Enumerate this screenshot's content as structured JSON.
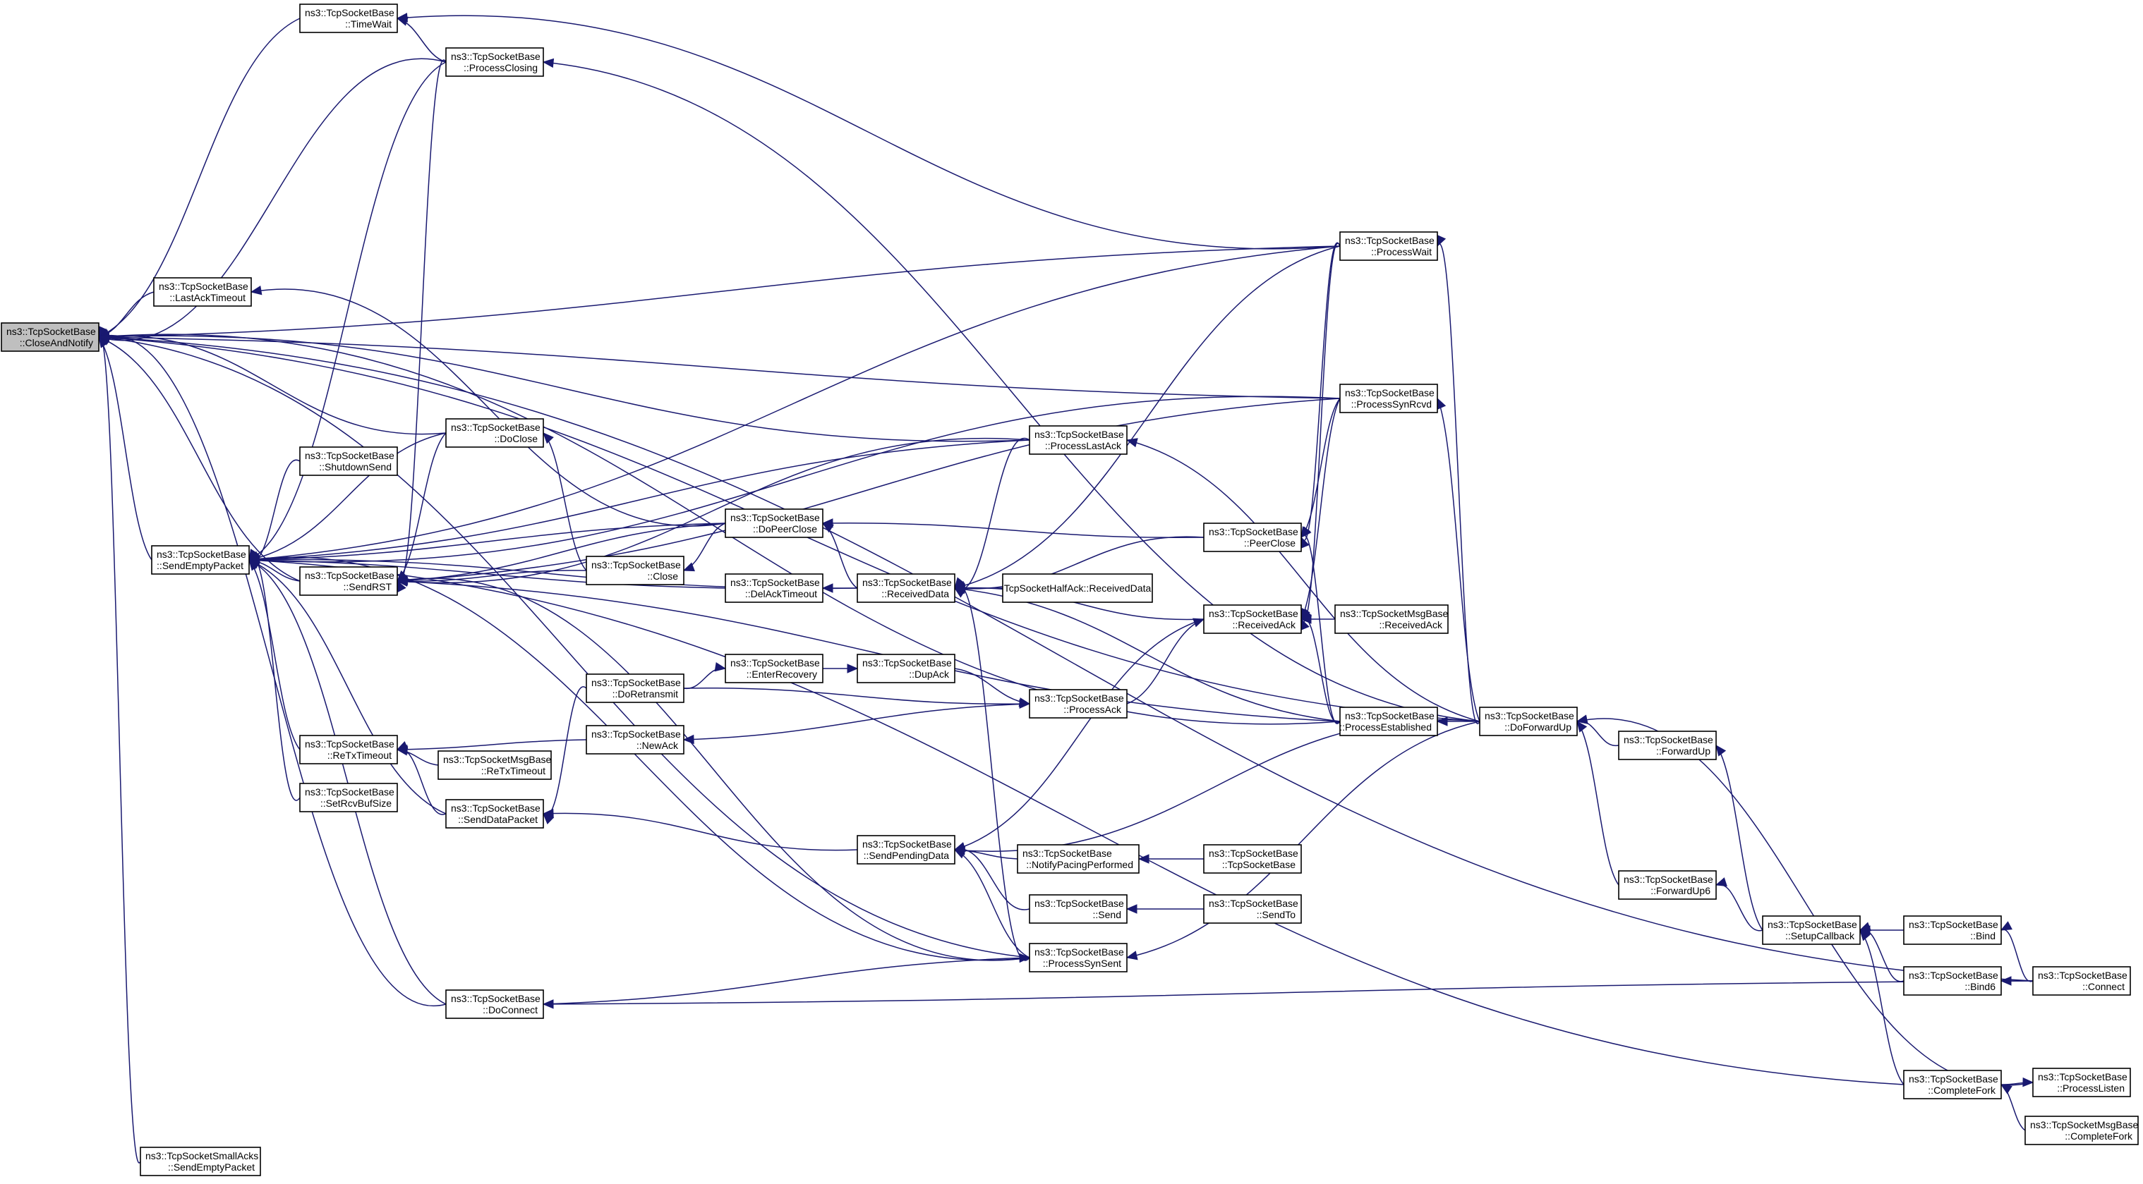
{
  "diagram": {
    "type": "call-graph",
    "nodes": [
      {
        "id": "close_and_notify",
        "lines": [
          "ns3::TcpSocketBase",
          "::CloseAndNotify"
        ],
        "selected": true
      },
      {
        "id": "time_wait",
        "lines": [
          "ns3::TcpSocketBase",
          "::TimeWait"
        ]
      },
      {
        "id": "process_closing",
        "lines": [
          "ns3::TcpSocketBase",
          "::ProcessClosing"
        ]
      },
      {
        "id": "last_ack_timeout",
        "lines": [
          "ns3::TcpSocketBase",
          "::LastAckTimeout"
        ]
      },
      {
        "id": "send_empty_packet",
        "lines": [
          "ns3::TcpSocketBase",
          "::SendEmptyPacket"
        ]
      },
      {
        "id": "shutdown_send",
        "lines": [
          "ns3::TcpSocketBase",
          "::ShutdownSend"
        ]
      },
      {
        "id": "do_close",
        "lines": [
          "ns3::TcpSocketBase",
          "::DoClose"
        ]
      },
      {
        "id": "send_rst",
        "lines": [
          "ns3::TcpSocketBase",
          "::SendRST"
        ]
      },
      {
        "id": "close",
        "lines": [
          "ns3::TcpSocketBase",
          "::Close"
        ]
      },
      {
        "id": "do_peer_close",
        "lines": [
          "ns3::TcpSocketBase",
          "::DoPeerClose"
        ]
      },
      {
        "id": "del_ack_timeout",
        "lines": [
          "ns3::TcpSocketBase",
          "::DelAckTimeout"
        ]
      },
      {
        "id": "received_data",
        "lines": [
          "ns3::TcpSocketBase",
          "::ReceivedData"
        ]
      },
      {
        "id": "half_ack_received_data",
        "lines": [
          "TcpSocketHalfAck::ReceivedData"
        ]
      },
      {
        "id": "process_last_ack",
        "lines": [
          "ns3::TcpSocketBase",
          "::ProcessLastAck"
        ]
      },
      {
        "id": "process_wait",
        "lines": [
          "ns3::TcpSocketBase",
          "::ProcessWait"
        ]
      },
      {
        "id": "process_syn_rcvd",
        "lines": [
          "ns3::TcpSocketBase",
          "::ProcessSynRcvd"
        ]
      },
      {
        "id": "peer_close",
        "lines": [
          "ns3::TcpSocketBase",
          "::PeerClose"
        ]
      },
      {
        "id": "received_ack",
        "lines": [
          "ns3::TcpSocketBase",
          "::ReceivedAck"
        ]
      },
      {
        "id": "msgbase_received_ack",
        "lines": [
          "ns3::TcpSocketMsgBase",
          "::ReceivedAck"
        ]
      },
      {
        "id": "process_established",
        "lines": [
          "ns3::TcpSocketBase",
          "::ProcessEstablished"
        ]
      },
      {
        "id": "do_forward_up",
        "lines": [
          "ns3::TcpSocketBase",
          "::DoForwardUp"
        ]
      },
      {
        "id": "forward_up",
        "lines": [
          "ns3::TcpSocketBase",
          "::ForwardUp"
        ]
      },
      {
        "id": "forward_up6",
        "lines": [
          "ns3::TcpSocketBase",
          "::ForwardUp6"
        ]
      },
      {
        "id": "setup_callback",
        "lines": [
          "ns3::TcpSocketBase",
          "::SetupCallback"
        ]
      },
      {
        "id": "bind",
        "lines": [
          "ns3::TcpSocketBase",
          "::Bind"
        ]
      },
      {
        "id": "bind6",
        "lines": [
          "ns3::TcpSocketBase",
          "::Bind6"
        ]
      },
      {
        "id": "connect",
        "lines": [
          "ns3::TcpSocketBase",
          "::Connect"
        ]
      },
      {
        "id": "process_listen",
        "lines": [
          "ns3::TcpSocketBase",
          "::ProcessListen"
        ]
      },
      {
        "id": "complete_fork",
        "lines": [
          "ns3::TcpSocketBase",
          "::CompleteFork"
        ]
      },
      {
        "id": "msgbase_complete_fork",
        "lines": [
          "ns3::TcpSocketMsgBase",
          "::CompleteFork"
        ]
      },
      {
        "id": "do_retransmit",
        "lines": [
          "ns3::TcpSocketBase",
          "::DoRetransmit"
        ]
      },
      {
        "id": "enter_recovery",
        "lines": [
          "ns3::TcpSocketBase",
          "::EnterRecovery"
        ]
      },
      {
        "id": "dup_ack",
        "lines": [
          "ns3::TcpSocketBase",
          "::DupAck"
        ]
      },
      {
        "id": "process_ack",
        "lines": [
          "ns3::TcpSocketBase",
          "::ProcessAck"
        ]
      },
      {
        "id": "new_ack",
        "lines": [
          "ns3::TcpSocketBase",
          "::NewAck"
        ]
      },
      {
        "id": "retx_timeout",
        "lines": [
          "ns3::TcpSocketBase",
          "::ReTxTimeout"
        ]
      },
      {
        "id": "msgbase_retx_timeout",
        "lines": [
          "ns3::TcpSocketMsgBase",
          "::ReTxTimeout"
        ]
      },
      {
        "id": "set_rcv_buf_size",
        "lines": [
          "ns3::TcpSocketBase",
          "::SetRcvBufSize"
        ]
      },
      {
        "id": "send_data_packet",
        "lines": [
          "ns3::TcpSocketBase",
          "::SendDataPacket"
        ]
      },
      {
        "id": "send_pending_data",
        "lines": [
          "ns3::TcpSocketBase",
          "::SendPendingData"
        ]
      },
      {
        "id": "notify_pacing_performed",
        "lines": [
          "ns3::TcpSocketBase",
          "::NotifyPacingPerformed"
        ]
      },
      {
        "id": "tcp_socket_base_ctor",
        "lines": [
          "ns3::TcpSocketBase",
          "::TcpSocketBase"
        ]
      },
      {
        "id": "send",
        "lines": [
          "ns3::TcpSocketBase",
          "::Send"
        ]
      },
      {
        "id": "send_to",
        "lines": [
          "ns3::TcpSocketBase",
          "::SendTo"
        ]
      },
      {
        "id": "process_syn_sent",
        "lines": [
          "ns3::TcpSocketBase",
          "::ProcessSynSent"
        ]
      },
      {
        "id": "do_connect",
        "lines": [
          "ns3::TcpSocketBase",
          "::DoConnect"
        ]
      },
      {
        "id": "small_acks_send_empty_packet",
        "lines": [
          "ns3::TcpSocketSmallAcks",
          "::SendEmptyPacket"
        ]
      }
    ],
    "edges": [
      [
        "time_wait",
        "close_and_notify"
      ],
      [
        "process_closing",
        "close_and_notify"
      ],
      [
        "last_ack_timeout",
        "close_and_notify"
      ],
      [
        "send_empty_packet",
        "close_and_notify"
      ],
      [
        "do_close",
        "close_and_notify"
      ],
      [
        "send_rst",
        "close_and_notify"
      ],
      [
        "process_wait",
        "close_and_notify"
      ],
      [
        "process_syn_rcvd",
        "close_and_notify"
      ],
      [
        "process_last_ack",
        "close_and_notify"
      ],
      [
        "do_forward_up",
        "close_and_notify"
      ],
      [
        "do_connect",
        "close_and_notify"
      ],
      [
        "process_syn_sent",
        "close_and_notify"
      ],
      [
        "process_established",
        "close_and_notify"
      ],
      [
        "connect",
        "close_and_notify"
      ],
      [
        "small_acks_send_empty_packet",
        "close_and_notify"
      ],
      [
        "process_closing",
        "time_wait"
      ],
      [
        "process_wait",
        "time_wait"
      ],
      [
        "do_forward_up",
        "process_closing"
      ],
      [
        "do_peer_close",
        "last_ack_timeout"
      ],
      [
        "shutdown_send",
        "send_empty_packet"
      ],
      [
        "do_close",
        "send_empty_packet"
      ],
      [
        "send_rst",
        "send_empty_packet"
      ],
      [
        "do_peer_close",
        "send_empty_packet"
      ],
      [
        "del_ack_timeout",
        "send_empty_packet"
      ],
      [
        "received_data",
        "send_empty_packet"
      ],
      [
        "retx_timeout",
        "send_empty_packet"
      ],
      [
        "set_rcv_buf_size",
        "send_empty_packet"
      ],
      [
        "send_data_packet",
        "send_empty_packet"
      ],
      [
        "process_syn_sent",
        "send_empty_packet"
      ],
      [
        "do_connect",
        "send_empty_packet"
      ],
      [
        "process_wait",
        "send_empty_packet"
      ],
      [
        "process_syn_rcvd",
        "send_empty_packet"
      ],
      [
        "process_last_ack",
        "send_empty_packet"
      ],
      [
        "complete_fork",
        "send_empty_packet"
      ],
      [
        "process_closing",
        "send_empty_packet"
      ],
      [
        "close",
        "send_rst"
      ],
      [
        "do_peer_close",
        "send_rst"
      ],
      [
        "process_last_ack",
        "send_rst"
      ],
      [
        "process_syn_rcvd",
        "send_rst"
      ],
      [
        "process_established",
        "send_rst"
      ],
      [
        "process_syn_sent",
        "send_rst"
      ],
      [
        "process_closing",
        "send_rst"
      ],
      [
        "do_close",
        "send_rst"
      ],
      [
        "close",
        "do_close"
      ],
      [
        "do_peer_close",
        "close"
      ],
      [
        "received_data",
        "do_peer_close"
      ],
      [
        "peer_close",
        "do_peer_close"
      ],
      [
        "received_data",
        "del_ack_timeout"
      ],
      [
        "half_ack_received_data",
        "received_data"
      ],
      [
        "process_last_ack",
        "received_data"
      ],
      [
        "process_wait",
        "received_data"
      ],
      [
        "peer_close",
        "received_data"
      ],
      [
        "received_ack",
        "received_data"
      ],
      [
        "process_established",
        "received_data"
      ],
      [
        "process_syn_sent",
        "received_data"
      ],
      [
        "do_forward_up",
        "process_last_ack"
      ],
      [
        "do_forward_up",
        "process_wait"
      ],
      [
        "do_forward_up",
        "process_syn_rcvd"
      ],
      [
        "process_established",
        "peer_close"
      ],
      [
        "process_wait",
        "peer_close"
      ],
      [
        "process_syn_rcvd",
        "peer_close"
      ],
      [
        "msgbase_received_ack",
        "received_ack"
      ],
      [
        "process_established",
        "received_ack"
      ],
      [
        "process_wait",
        "received_ack"
      ],
      [
        "process_syn_rcvd",
        "received_ack"
      ],
      [
        "do_forward_up",
        "process_established"
      ],
      [
        "forward_up",
        "do_forward_up"
      ],
      [
        "forward_up6",
        "do_forward_up"
      ],
      [
        "process_listen",
        "do_forward_up"
      ],
      [
        "setup_callback",
        "forward_up"
      ],
      [
        "setup_callback",
        "forward_up6"
      ],
      [
        "bind",
        "setup_callback"
      ],
      [
        "bind6",
        "setup_callback"
      ],
      [
        "complete_fork",
        "setup_callback"
      ],
      [
        "connect",
        "bind"
      ],
      [
        "connect",
        "bind6"
      ],
      [
        "complete_fork",
        "process_listen"
      ],
      [
        "msgbase_complete_fork",
        "complete_fork"
      ],
      [
        "do_retransmit",
        "enter_recovery"
      ],
      [
        "enter_recovery",
        "dup_ack"
      ],
      [
        "dup_ack",
        "process_ack"
      ],
      [
        "do_retransmit",
        "process_ack"
      ],
      [
        "process_ack",
        "new_ack"
      ],
      [
        "process_ack",
        "received_ack"
      ],
      [
        "new_ack",
        "retx_timeout"
      ],
      [
        "msgbase_retx_timeout",
        "retx_timeout"
      ],
      [
        "send_data_packet",
        "retx_timeout"
      ],
      [
        "do_retransmit",
        "send_data_packet"
      ],
      [
        "send_pending_data",
        "send_data_packet"
      ],
      [
        "notify_pacing_performed",
        "send_pending_data"
      ],
      [
        "send",
        "send_pending_data"
      ],
      [
        "process_syn_sent",
        "send_pending_data"
      ],
      [
        "received_ack",
        "send_pending_data"
      ],
      [
        "do_forward_up",
        "send_pending_data"
      ],
      [
        "tcp_socket_base_ctor",
        "notify_pacing_performed"
      ],
      [
        "send_to",
        "send"
      ],
      [
        "do_forward_up",
        "process_syn_sent"
      ],
      [
        "do_connect",
        "process_syn_sent"
      ],
      [
        "connect",
        "do_connect"
      ]
    ]
  }
}
